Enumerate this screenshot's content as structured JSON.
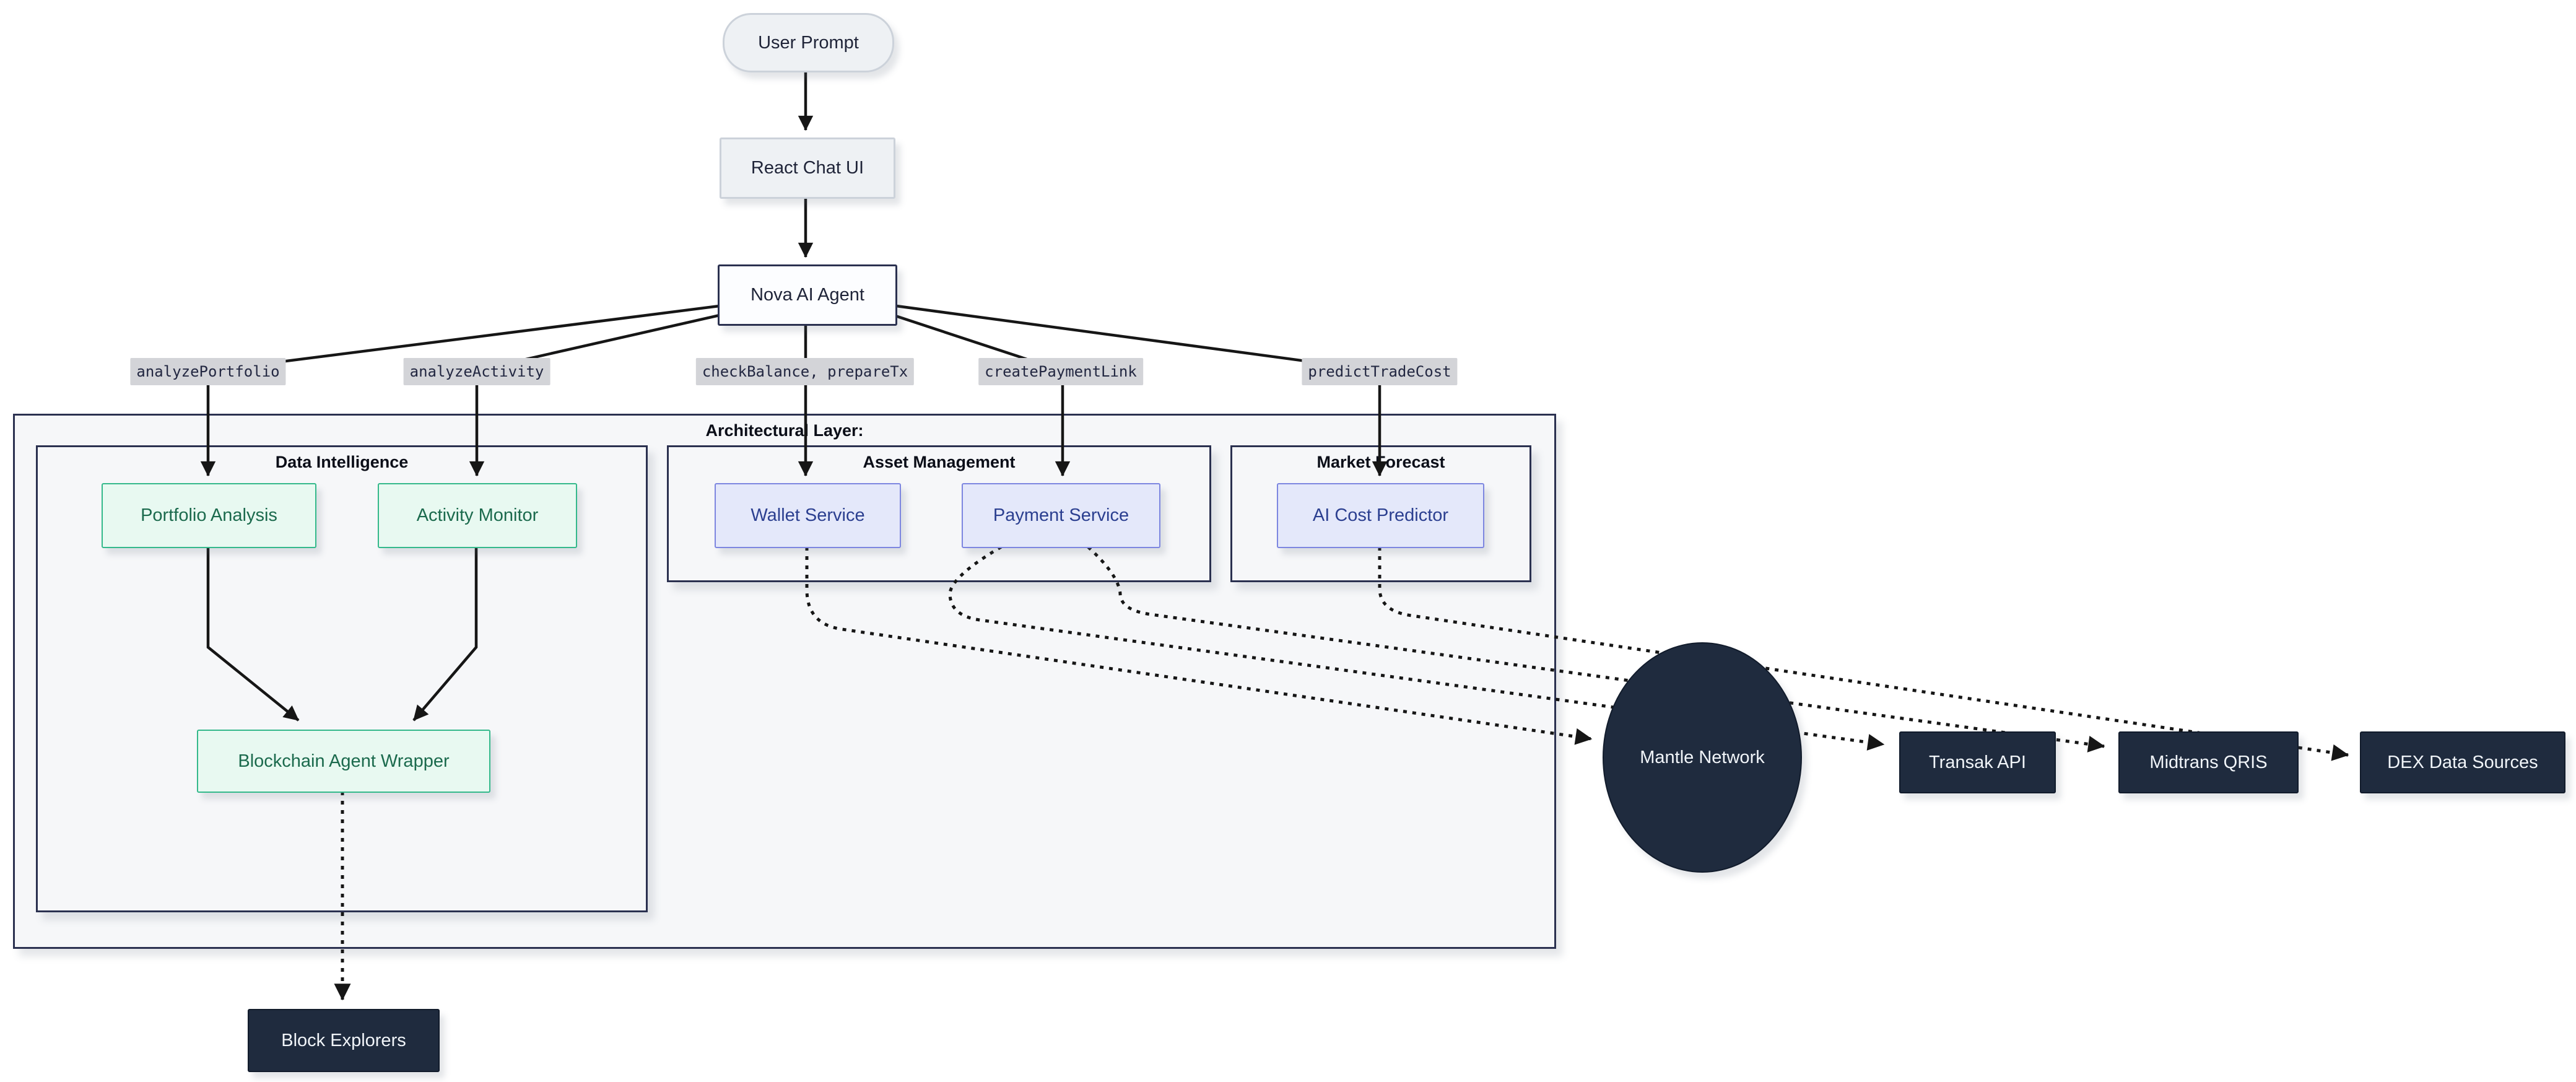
{
  "nodes": {
    "user_prompt": "User Prompt",
    "react_chat_ui": "React Chat UI",
    "nova_ai_agent": "Nova AI Agent",
    "portfolio_analysis": "Portfolio Analysis",
    "activity_monitor": "Activity Monitor",
    "blockchain_agent_wrapper": "Blockchain Agent Wrapper",
    "wallet_service": "Wallet Service",
    "payment_service": "Payment Service",
    "ai_cost_predictor": "AI Cost Predictor",
    "mantle_network": "Mantle Network",
    "transak_api": "Transak API",
    "midtrans_qris": "Midtrans QRIS",
    "dex_data_sources": "DEX Data Sources",
    "block_explorers": "Block Explorers"
  },
  "containers": {
    "architectural_layer": "Architectural Layer:",
    "data_intelligence": "Data Intelligence",
    "asset_management": "Asset Management",
    "market_forecast": "Market Forecast"
  },
  "edge_labels": {
    "analyze_portfolio": "analyzePortfolio",
    "analyze_activity": "analyzeActivity",
    "check_balance": "checkBalance, prepareTx",
    "create_payment_link": "createPaymentLink",
    "predict_trade_cost": "predictTradeCost"
  },
  "palette": {
    "container_fill": "#f6f7f9",
    "container_border": "#2b3150",
    "gray_fill": "#eef1f4",
    "gray_border": "#ccd2da",
    "gray_text": "#1f2438",
    "nova_fill": "#fcfdff",
    "navy_border": "#2b3150",
    "green_fill": "#e8f9f1",
    "green_border": "#34b98b",
    "green_text": "#1b6a4d",
    "blue_fill": "#e4e8fa",
    "blue_border": "#7d86e0",
    "blue_text": "#2b3f90",
    "dark_fill": "#1f2b3e",
    "dark_border": "#111b2b",
    "dark_text": "#f1f5f9",
    "chip_bg": "#d3d4d8",
    "chip_text": "#222741",
    "edge_color": "#161616"
  }
}
